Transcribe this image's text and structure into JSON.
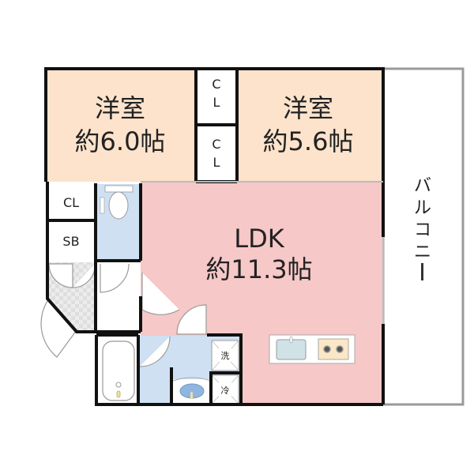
{
  "floorplan": {
    "rooms": {
      "western_room_1": {
        "name": "洋室",
        "size": "約6.0帖"
      },
      "western_room_2": {
        "name": "洋室",
        "size": "約5.6帖"
      },
      "ldk": {
        "name": "LDK",
        "size": "約11.3帖"
      },
      "balcony": {
        "name": "バルコニー",
        "chars": [
          "バ",
          "ル",
          "コ",
          "ニ",
          "ー"
        ]
      },
      "closet_1": {
        "name_c": "C",
        "name_l": "L"
      },
      "closet_2": {
        "name_c": "C",
        "name_l": "L"
      },
      "closet_3": {
        "name": "CL"
      },
      "shoe_box": {
        "name": "SB"
      },
      "washer_space": {
        "name": "洗"
      },
      "fridge_space": {
        "name": "冷"
      }
    },
    "colors": {
      "western_room": "#fde3cc",
      "ldk": "#f6c8c8",
      "wet_area": "#cfe0f3",
      "entrance_tile": "#e6e6e6",
      "wall": "#111111",
      "balcony_border": "#9a9a9a"
    }
  }
}
